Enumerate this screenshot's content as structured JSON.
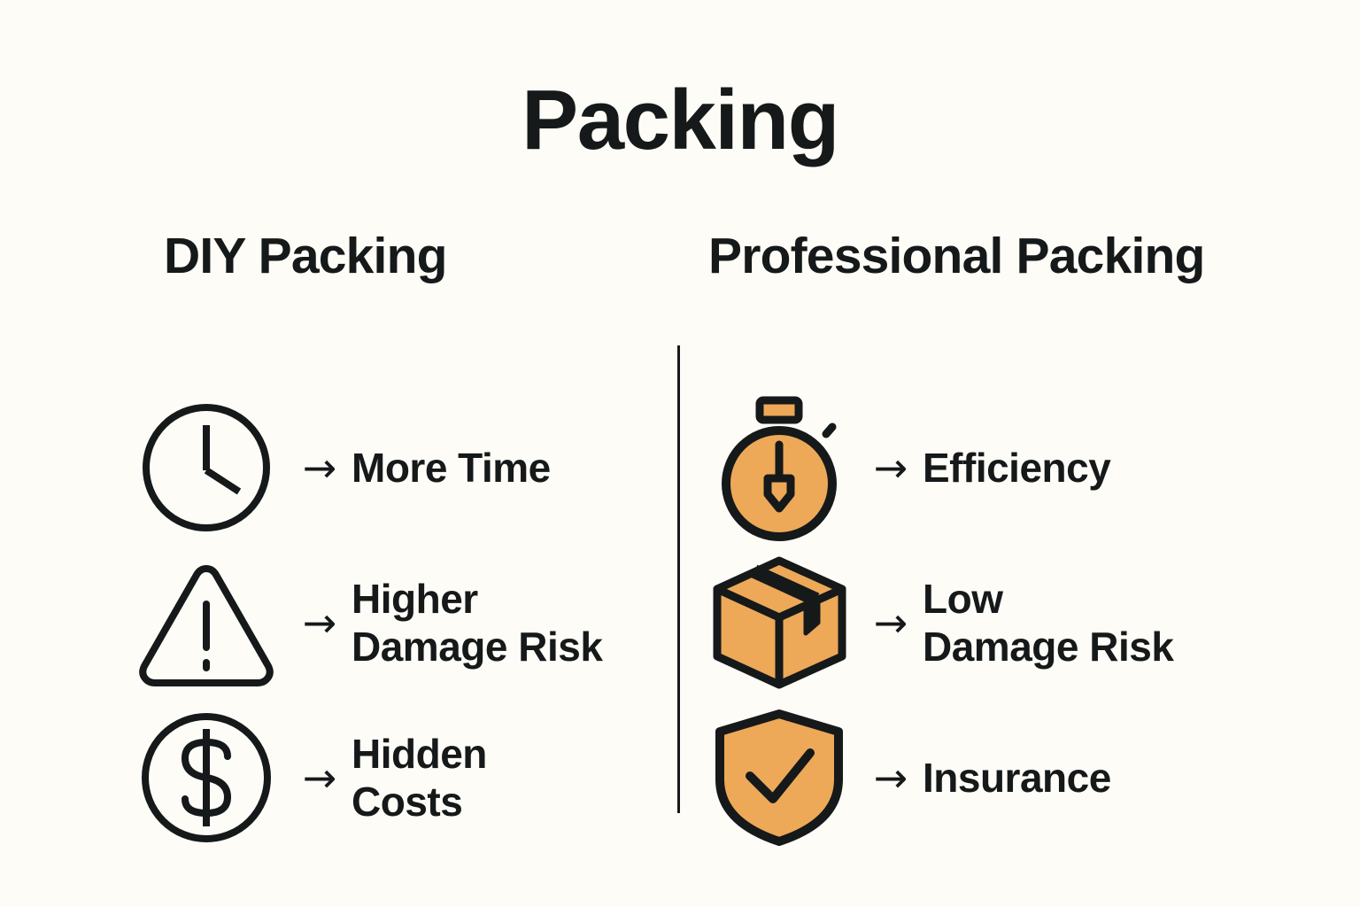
{
  "page": {
    "title": "Packing",
    "background_color": "#FDFCF7",
    "text_color": "#16191A",
    "accent_color": "#EDA958"
  },
  "columns": {
    "left": {
      "heading": "DIY Packing",
      "rows": [
        {
          "icon": "clock-icon",
          "arrow": "→",
          "label": "More Time"
        },
        {
          "icon": "warning-triangle-icon",
          "arrow": "→",
          "label": "Higher\nDamage Risk"
        },
        {
          "icon": "dollar-circle-icon",
          "arrow": "→",
          "label": "Hidden\nCosts"
        }
      ]
    },
    "right": {
      "heading": "Professional Packing",
      "rows": [
        {
          "icon": "stopwatch-icon",
          "arrow": "→",
          "label": "Efficiency"
        },
        {
          "icon": "box-icon",
          "arrow": "→",
          "label": "Low\nDamage Risk"
        },
        {
          "icon": "shield-check-icon",
          "arrow": "→",
          "label": "Insurance"
        }
      ]
    }
  }
}
